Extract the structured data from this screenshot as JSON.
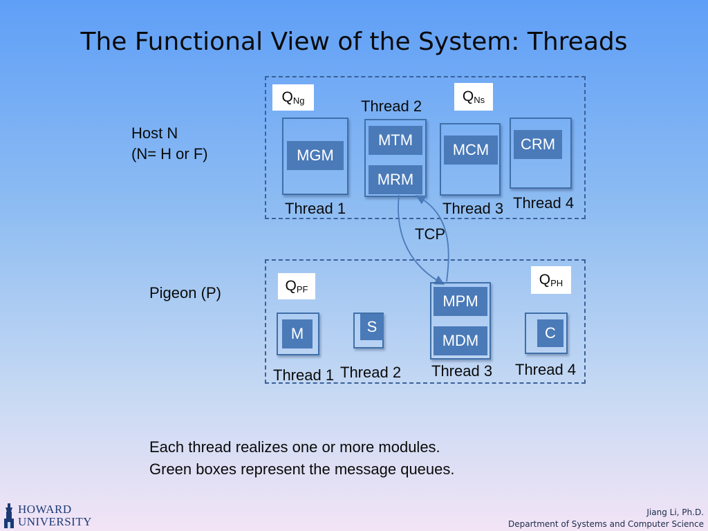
{
  "slide": {
    "title": "The Functional View of the System: Threads"
  },
  "host": {
    "label_line1": "Host N",
    "label_line2": "(N= H or F)",
    "queues": [
      {
        "q": "Q",
        "sub": "Ng"
      },
      {
        "q": "Q",
        "sub": "Ns"
      }
    ],
    "threads": {
      "t1": {
        "label": "Thread 1",
        "modules": [
          "MGM"
        ]
      },
      "t2": {
        "label": "Thread 2",
        "modules": [
          "MTM",
          "MRM"
        ]
      },
      "t3": {
        "label": "Thread 3",
        "modules": [
          "MCM"
        ]
      },
      "t4": {
        "label": "Thread 4",
        "modules": [
          "CRM"
        ]
      }
    }
  },
  "connection": {
    "label": "TCP"
  },
  "pigeon": {
    "label": "Pigeon (P)",
    "queues": [
      {
        "q": "Q",
        "sub": "PF"
      },
      {
        "q": "Q",
        "sub": "PH"
      }
    ],
    "threads": {
      "t1": {
        "label": "Thread 1",
        "modules": [
          "M"
        ]
      },
      "t2": {
        "label": "Thread 2",
        "modules": [
          "S"
        ]
      },
      "t3": {
        "label": "Thread 3",
        "modules": [
          "MPM",
          "MDM"
        ]
      },
      "t4": {
        "label": "Thread 4",
        "modules": [
          "C"
        ]
      }
    }
  },
  "notes": {
    "line1": "Each thread realizes one or more modules.",
    "line2": "Green boxes represent the message queues."
  },
  "footer": {
    "author": "Jiang Li, Ph.D.",
    "dept": "Department of Systems and Computer Science",
    "logo_line1": "HOWARD",
    "logo_line2": "UNIVERSITY"
  },
  "colors": {
    "module": "#4a7ab8",
    "border": "#3f6fa8",
    "dashed": "#3a5f9a",
    "arrow": "#4a7ab8"
  }
}
